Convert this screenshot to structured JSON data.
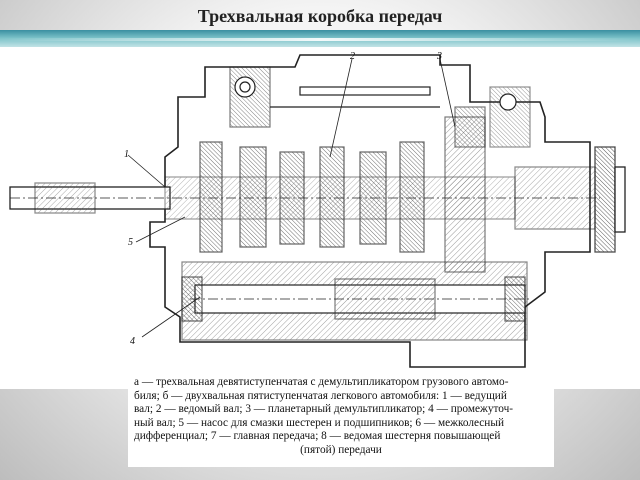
{
  "title": "Трехвальная коробка передач",
  "callouts": [
    "1",
    "2",
    "3",
    "4",
    "5"
  ],
  "caption": {
    "lines": [
      "а — трехвальная девятиступенчатая с демультипликатором грузового автомо-",
      "биля; б — двухвальная пятиступенчатая легкового автомобиля: 1 — ведущий",
      "вал; 2 — ведомый вал; 3 — планетарный демультипликатор; 4 — промежуточ-",
      "ный вал; 5 — насос для смазки шестерен и подшипников; 6 — межколесный",
      "дифференциал; 7 — главная передача; 8 — ведомая шестерня повышающей",
      "(пятой) передачи"
    ]
  },
  "colors": {
    "accent_band": "#3a8fa0",
    "ink": "#222222"
  }
}
